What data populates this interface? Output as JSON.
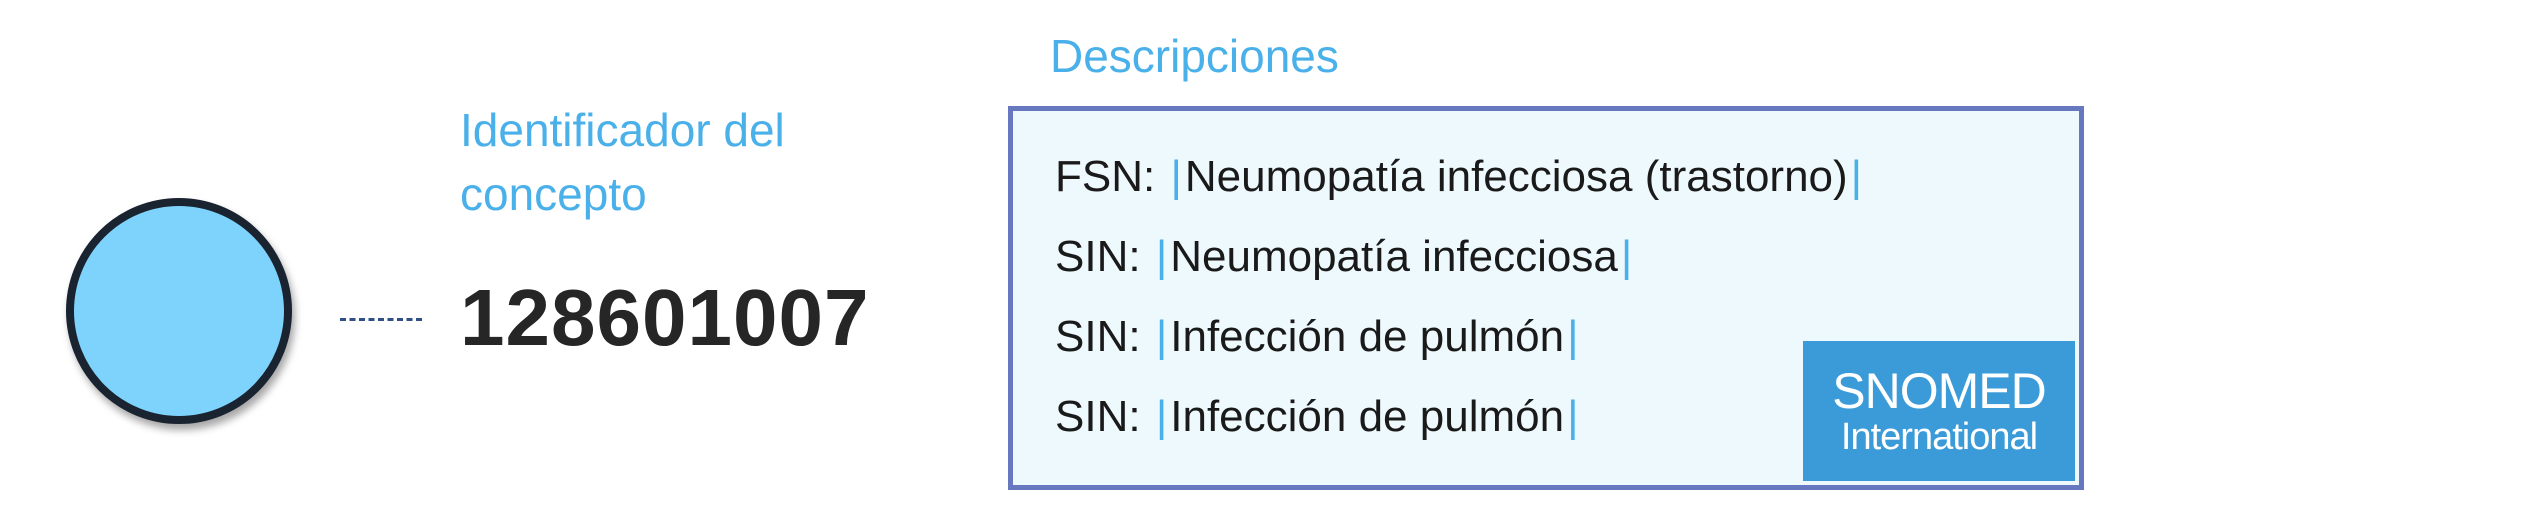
{
  "concept": {
    "label": "Identificador del concepto",
    "id": "128601007"
  },
  "descriptions": {
    "title": "Descripciones",
    "items": [
      {
        "type": "FSN:",
        "term": "Neumopatía infecciosa (trastorno)"
      },
      {
        "type": "SIN:",
        "term": "Neumopatía infecciosa"
      },
      {
        "type": "SIN:",
        "term": "Infección de pulmón"
      },
      {
        "type": "SIN:",
        "term": "Infección de pulmón"
      }
    ],
    "delimiter": "|"
  },
  "logo": {
    "line1": "SNOMED",
    "line2": "International"
  },
  "colors": {
    "accent": "#4ab0ea",
    "circle_fill": "#7dd3fb",
    "box_border": "#6878c0",
    "box_fill": "#eef9fd",
    "logo_bg": "#3b9bd9"
  }
}
